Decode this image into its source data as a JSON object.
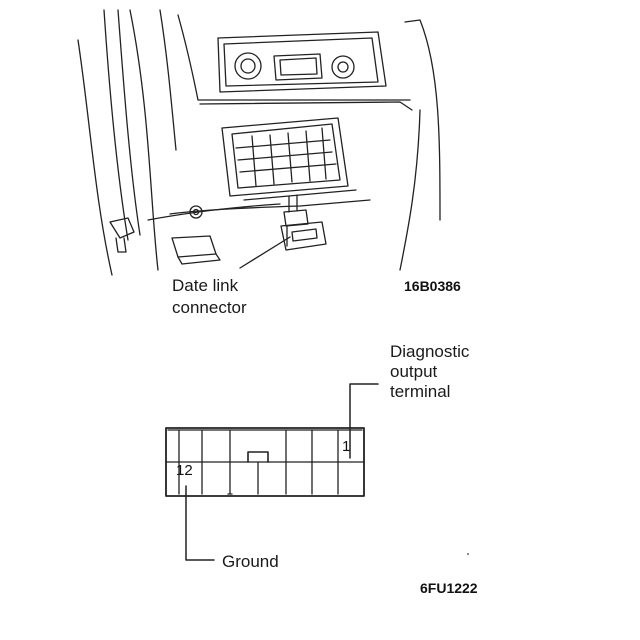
{
  "top_figure": {
    "callout_line1": "Date link",
    "callout_line2": "connector",
    "figure_code": "16B0386"
  },
  "bottom_figure": {
    "diagnostic_line1": "Diagnostic",
    "diagnostic_line2": "output",
    "diagnostic_line3": "terminal",
    "pin_1": "1",
    "pin_12": "12",
    "ground_label": "Ground",
    "figure_code": "6FU1222"
  }
}
